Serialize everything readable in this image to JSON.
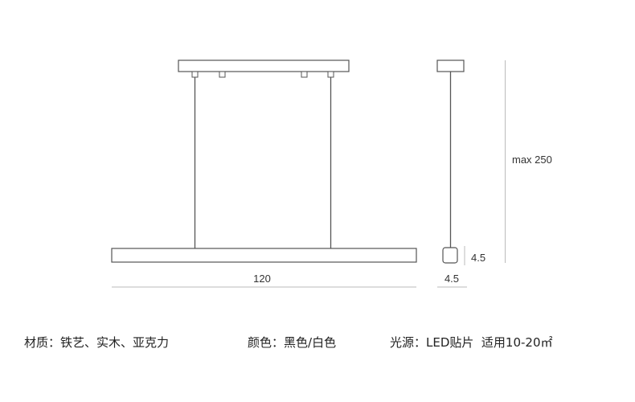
{
  "dimensions": {
    "length": "120",
    "max_height": "max 250",
    "profile_height": "4.5",
    "profile_width": "4.5"
  },
  "specs": [
    {
      "label": "材质：",
      "value": "铁艺、实木、亚克力"
    },
    {
      "label": "颜色：",
      "value": "黑色/白色"
    },
    {
      "label": "光源：",
      "value": "LED贴片  适用10-20㎡"
    }
  ],
  "colors": {
    "line": "#555555",
    "dimension_line": "#bbbbbb",
    "text": "#222222"
  }
}
